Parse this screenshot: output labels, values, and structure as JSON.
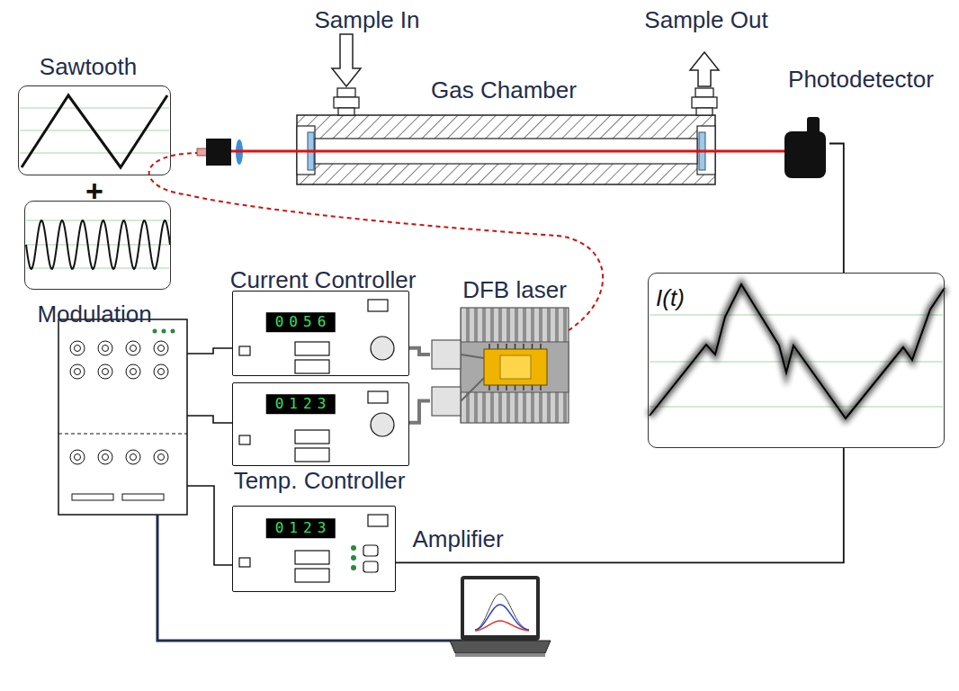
{
  "diagram": {
    "nodes": [
      {
        "text": [
          "Sawtooth"
        ]
      },
      {
        "text": [
          "Gas Chamber"
        ]
      },
      {
        "text": [
          "Photodetector"
        ]
      },
      {
        "text": [
          "Modulation"
        ]
      },
      {
        "text": [
          "Current Controller",
          "0056"
        ]
      },
      {
        "text": [
          "DFB laser"
        ]
      },
      {
        "text": [
          "I(t)"
        ]
      },
      {
        "text": [
          "0123",
          "Temp. Controller"
        ]
      },
      {
        "text": [
          "0123",
          "Amplifier"
        ]
      }
    ],
    "edges": [
      {
        "from": 4,
        "to": 5,
        "arrow": "none"
      },
      {
        "from": 7,
        "to": 5,
        "arrow": "none"
      },
      {
        "from": 2,
        "to": 6,
        "arrow": "none"
      },
      {
        "from": 6,
        "to": 8,
        "arrow": "none"
      }
    ],
    "labels": [
      "Sample In",
      "Sample Out",
      "+"
    ]
  }
}
